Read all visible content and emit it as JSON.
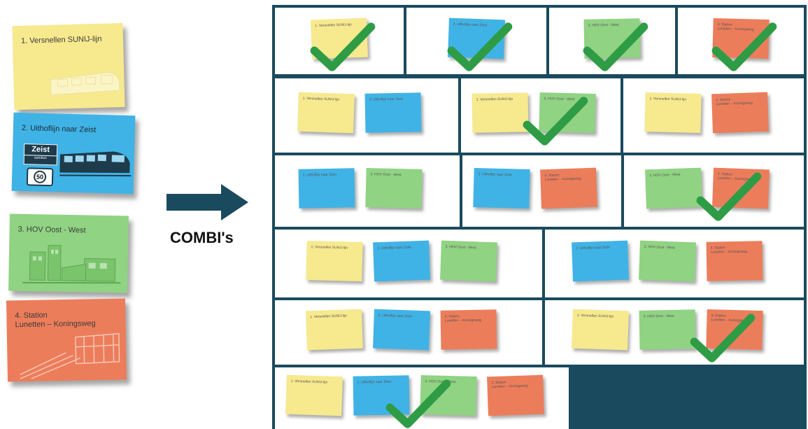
{
  "notes": [
    {
      "id": "versnellen",
      "label": "1. Versnellen SUNIJ-lijn",
      "color": "#f7e98e"
    },
    {
      "id": "uithoflijn",
      "label": "2. Uithoflijn naar Zeist",
      "color": "#40b3e6",
      "sign_text": "Zeist",
      "sign_sub": "autobus",
      "speed": "50"
    },
    {
      "id": "hov",
      "label": "3. HOV Oost - West",
      "color": "#90d383"
    },
    {
      "id": "station",
      "label": "4. Station\nLunetten – Koningsweg",
      "color": "#ec7d5b"
    }
  ],
  "arrow_label": "COMBI's",
  "colors": {
    "grid_border": "#1a4a5e",
    "check": "#2e9c45",
    "arrow": "#1a4a5e"
  },
  "grid": [
    [
      {
        "cards": [
          1
        ],
        "check": true
      },
      {
        "cards": [
          2
        ],
        "check": true
      },
      {
        "cards": [
          3
        ],
        "check": true
      },
      {
        "cards": [
          4
        ],
        "check": true
      }
    ],
    [
      {
        "cards": [
          1,
          2
        ],
        "check": false
      },
      {
        "cards": [
          1,
          3
        ],
        "check": true
      },
      {
        "cards": [
          1,
          4
        ],
        "check": false
      }
    ],
    [
      {
        "cards": [
          2,
          3
        ],
        "check": false
      },
      {
        "cards": [
          2,
          4
        ],
        "check": false
      },
      {
        "cards": [
          3,
          4
        ],
        "check": true
      }
    ],
    [
      {
        "cards": [
          1,
          2,
          3
        ],
        "check": false
      },
      {
        "cards": [
          2,
          3,
          4
        ],
        "check": false
      }
    ],
    [
      {
        "cards": [
          1,
          2,
          4
        ],
        "check": false
      },
      {
        "cards": [
          1,
          3,
          4
        ],
        "check": true
      }
    ],
    [
      {
        "cards": [
          1,
          2,
          3,
          4
        ],
        "check": true
      }
    ]
  ],
  "mini_labels": {
    "1": "1. Versnellen SUNIJ-lijn",
    "2": "2. Uithoflijn naar Zeist",
    "3": "3. HOV Oost - West",
    "4": "4. Station\nLunetten – Koningsweg"
  }
}
